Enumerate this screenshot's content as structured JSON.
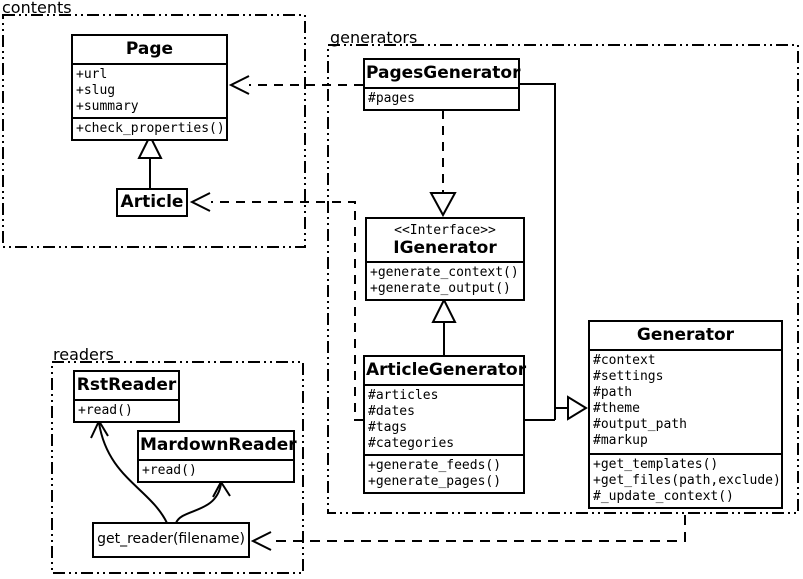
{
  "diagram": {
    "background_color": "#ffffff",
    "line_color": "#000000"
  },
  "packages": {
    "contents": {
      "label": "contents"
    },
    "generators": {
      "label": "generators"
    },
    "readers": {
      "label": "readers"
    }
  },
  "classes": {
    "page": {
      "name": "Page",
      "attributes": [
        "+url",
        "+slug",
        "+summary"
      ],
      "methods": [
        "+check_properties()"
      ]
    },
    "article": {
      "name": "Article"
    },
    "pages_generator": {
      "name": "PagesGenerator",
      "attributes": [
        "#pages"
      ]
    },
    "igenerator": {
      "stereotype": "<<Interface>>",
      "name": "IGenerator",
      "methods": [
        "+generate_context()",
        "+generate_output()"
      ]
    },
    "article_generator": {
      "name": "ArticleGenerator",
      "attributes": [
        "#articles",
        "#dates",
        "#tags",
        "#categories"
      ],
      "methods": [
        "+generate_feeds()",
        "+generate_pages()"
      ]
    },
    "generator": {
      "name": "Generator",
      "attributes": [
        "#context",
        "#settings",
        "#path",
        "#theme",
        "#output_path",
        "#markup"
      ],
      "methods": [
        "+get_templates()",
        "+get_files(path,exclude)",
        "#_update_context()"
      ]
    },
    "rst_reader": {
      "name": "RstReader",
      "methods": [
        "+read()"
      ]
    },
    "mardown_reader": {
      "name": "MardownReader",
      "methods": [
        "+read()"
      ]
    },
    "get_reader": {
      "label": "get_reader(filename)"
    }
  },
  "relationships": [
    {
      "type": "generalization",
      "from": "Article",
      "to": "Page"
    },
    {
      "type": "realization",
      "from": "PagesGenerator",
      "to": "IGenerator"
    },
    {
      "type": "generalization",
      "from": "ArticleGenerator",
      "to": "IGenerator"
    },
    {
      "type": "generalization",
      "from": "PagesGenerator",
      "to": "Generator"
    },
    {
      "type": "generalization",
      "from": "ArticleGenerator",
      "to": "Generator"
    },
    {
      "type": "dependency",
      "from": "PagesGenerator",
      "to": "Page"
    },
    {
      "type": "dependency",
      "from": "ArticleGenerator",
      "to": "Article"
    },
    {
      "type": "dependency",
      "from": "Generator",
      "to": "get_reader(filename)"
    },
    {
      "type": "arrow",
      "from": "get_reader(filename)",
      "to": "RstReader"
    },
    {
      "type": "arrow",
      "from": "get_reader(filename)",
      "to": "MardownReader"
    }
  ]
}
